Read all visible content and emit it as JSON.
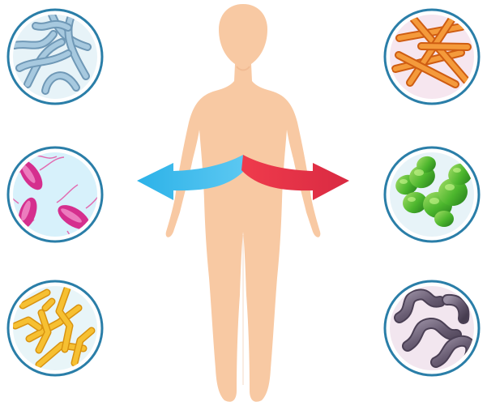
{
  "colors": {
    "background": "#ffffff",
    "skin": "#f8c9a3",
    "arrow_left": "#35b7ea",
    "arrow_right": "#ea3147",
    "circle_ring": "#2a7ea8",
    "left_top_fill": "#e7f3f8",
    "left_middle_fill": "#d7f1fb",
    "left_bottom_fill": "#e8f5f8",
    "right_top_fill": "#f6e6ef",
    "right_middle_fill": "#e7f3f8",
    "right_bottom_fill": "#f2e6ef",
    "blue_bacteria": "#9dbfd6",
    "pink_bacteria": "#e24aa6",
    "yellow_bacteria": "#f2b11e",
    "orange_bacteria": "#f07a1e",
    "green_bacteria": "#4fb32f",
    "purple_bacteria": "#6b6076"
  },
  "icons": {
    "figure": "human-body-icon",
    "left_arrow": "left-arrow-icon",
    "right_arrow": "right-arrow-icon"
  },
  "left_bubbles": [
    "blue-filamentous-bacteria",
    "pink-flagellated-bacteria",
    "yellow-branching-bacteria"
  ],
  "right_bubbles": [
    "orange-rod-bacteria",
    "green-budding-bacteria",
    "purple-curved-bacteria"
  ]
}
